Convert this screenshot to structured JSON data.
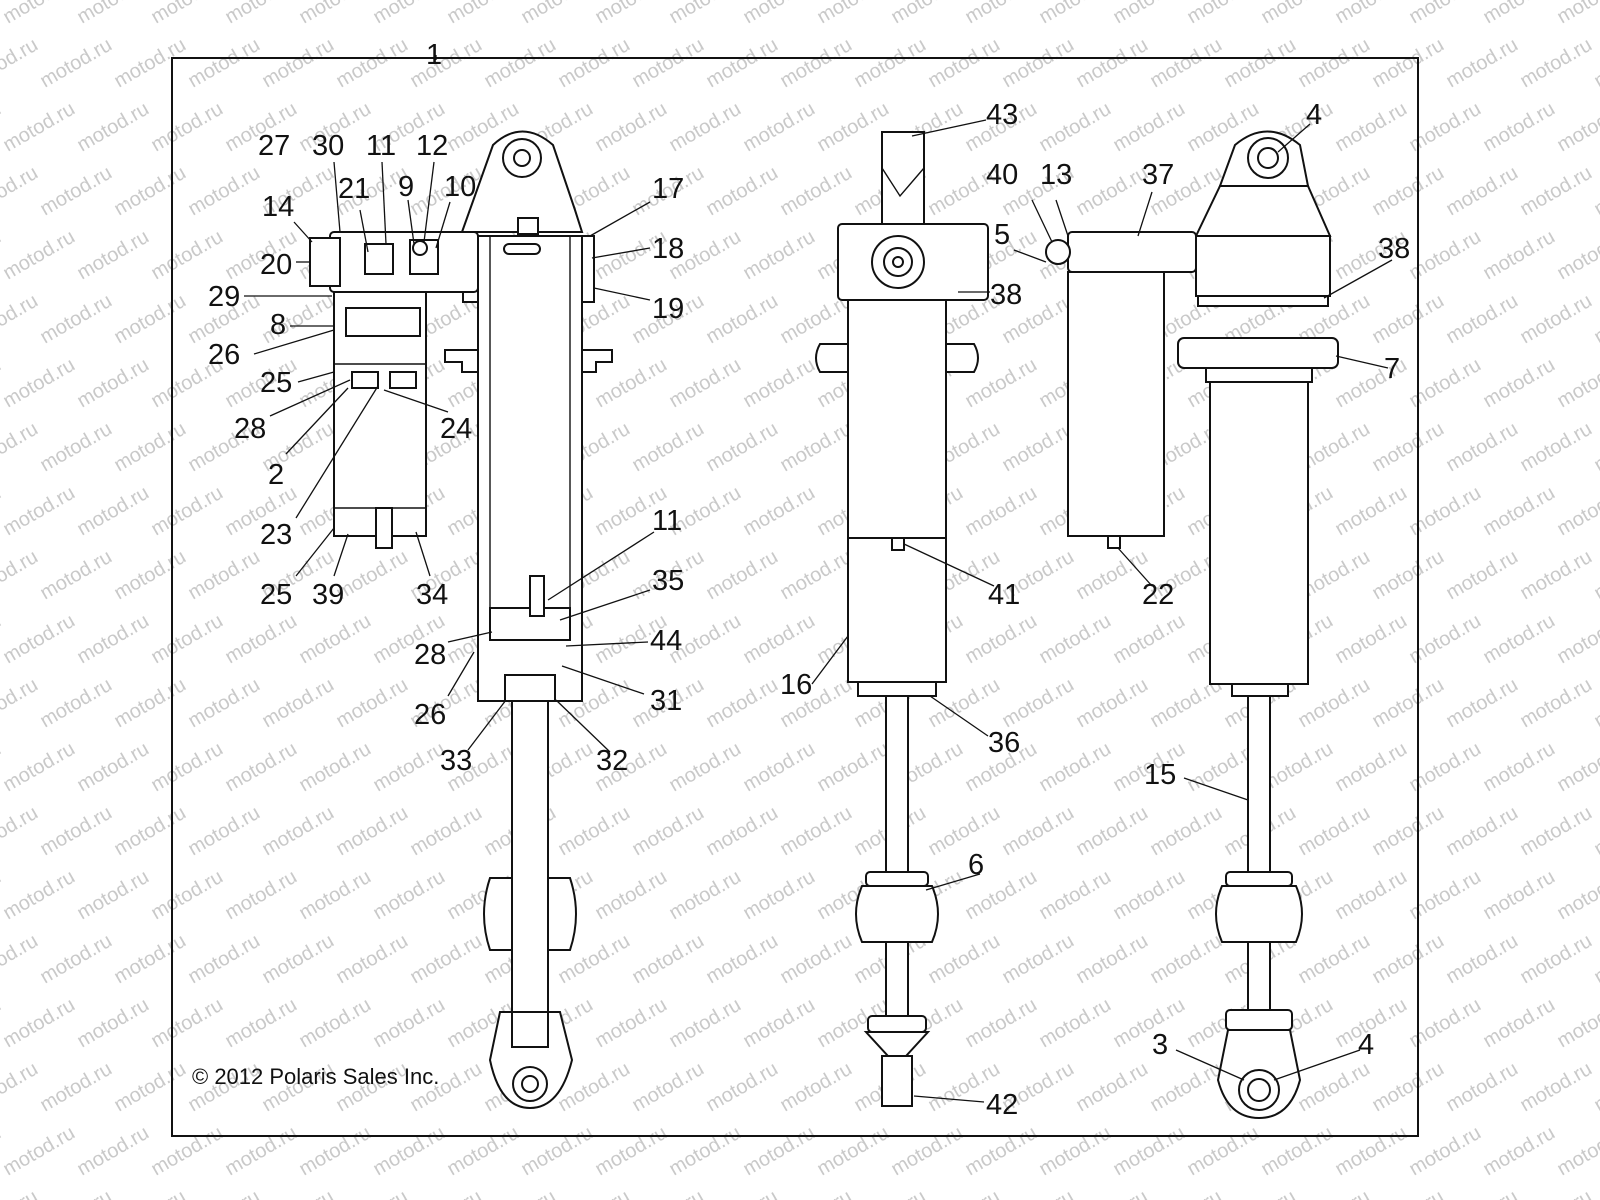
{
  "watermark": "motod.ru",
  "copyright": "© 2012 Polaris Sales Inc.",
  "callouts": {
    "c1": "1",
    "c27": "27",
    "c30": "30",
    "c11a": "11",
    "c12": "12",
    "c21": "21",
    "c9": "9",
    "c10": "10",
    "c14": "14",
    "c20": "20",
    "c29": "29",
    "c8": "8",
    "c26a": "26",
    "c25a": "25",
    "c28a": "28",
    "c2": "2",
    "c24": "24",
    "c23": "23",
    "c25b": "25",
    "c39": "39",
    "c34": "34",
    "c17": "17",
    "c18": "18",
    "c19": "19",
    "c11b": "11",
    "c35": "35",
    "c28b": "28",
    "c44": "44",
    "c26b": "26",
    "c31": "31",
    "c33": "33",
    "c32": "32",
    "c43": "43",
    "c38a": "38",
    "c41": "41",
    "c16": "16",
    "c36": "36",
    "c6": "6",
    "c42": "42",
    "c40": "40",
    "c13": "13",
    "c5": "5",
    "c37": "37",
    "c4a": "4",
    "c38b": "38",
    "c7": "7",
    "c22": "22",
    "c15": "15",
    "c3": "3",
    "c4b": "4"
  }
}
